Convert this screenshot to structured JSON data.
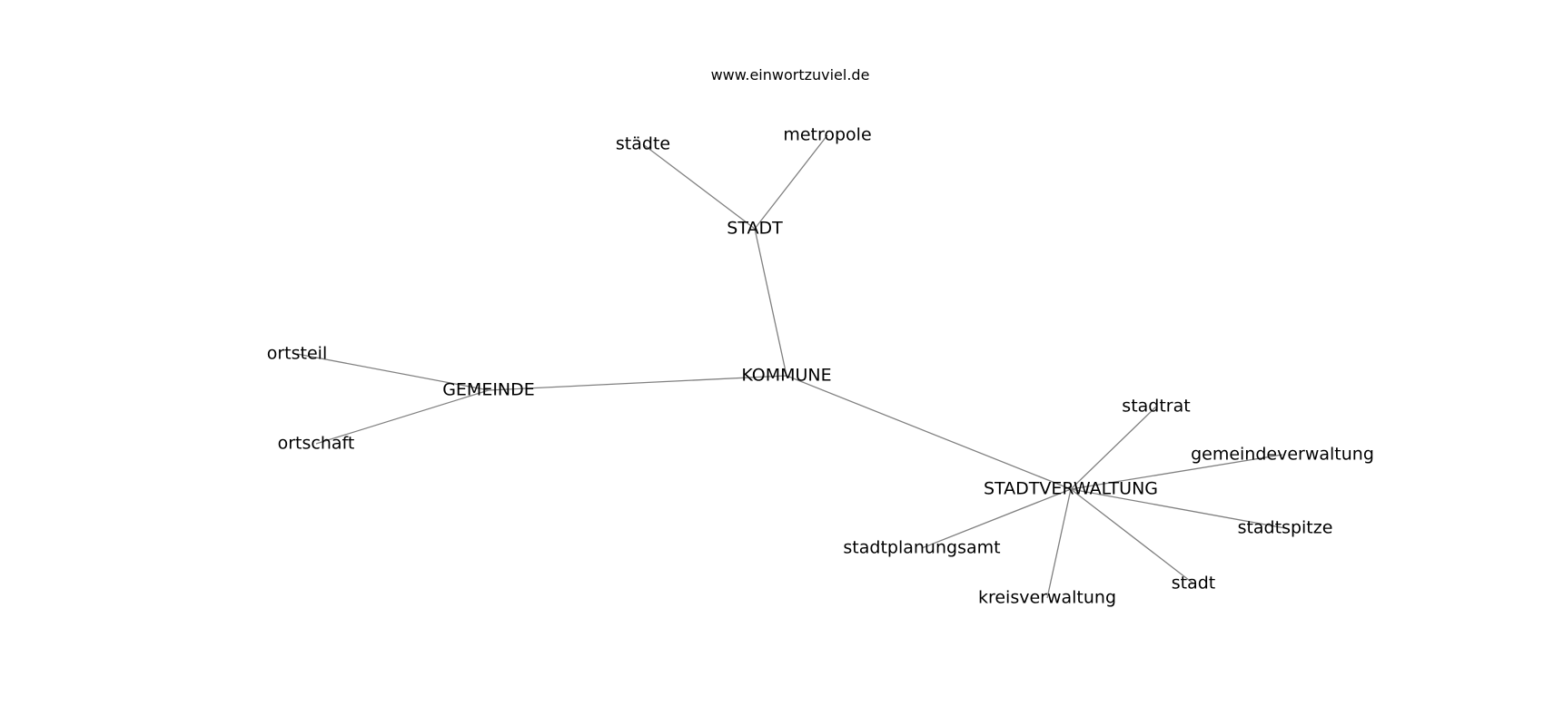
{
  "watermark": "www.einwortzuviel.de",
  "graph": {
    "nodes": [
      {
        "id": "KOMMUNE",
        "label": "KOMMUNE"
      },
      {
        "id": "STADT",
        "label": "STADT"
      },
      {
        "id": "GEMEINDE",
        "label": "GEMEINDE"
      },
      {
        "id": "STADTVERWALTUNG",
        "label": "STADTVERWALTUNG"
      },
      {
        "id": "staedte",
        "label": "städte"
      },
      {
        "id": "metropole",
        "label": "metropole"
      },
      {
        "id": "ortsteil",
        "label": "ortsteil"
      },
      {
        "id": "ortschaft",
        "label": "ortschaft"
      },
      {
        "id": "stadtrat",
        "label": "stadtrat"
      },
      {
        "id": "gemeindeverwaltung",
        "label": "gemeindeverwaltung"
      },
      {
        "id": "stadtspitze",
        "label": "stadtspitze"
      },
      {
        "id": "stadt",
        "label": "stadt"
      },
      {
        "id": "kreisverwaltung",
        "label": "kreisverwaltung"
      },
      {
        "id": "stadtplanungsamt",
        "label": "stadtplanungsamt"
      }
    ],
    "edges": [
      [
        "KOMMUNE",
        "STADT"
      ],
      [
        "KOMMUNE",
        "GEMEINDE"
      ],
      [
        "KOMMUNE",
        "STADTVERWALTUNG"
      ],
      [
        "STADT",
        "staedte"
      ],
      [
        "STADT",
        "metropole"
      ],
      [
        "GEMEINDE",
        "ortsteil"
      ],
      [
        "GEMEINDE",
        "ortschaft"
      ],
      [
        "STADTVERWALTUNG",
        "stadtrat"
      ],
      [
        "STADTVERWALTUNG",
        "gemeindeverwaltung"
      ],
      [
        "STADTVERWALTUNG",
        "stadtspitze"
      ],
      [
        "STADTVERWALTUNG",
        "stadt"
      ],
      [
        "STADTVERWALTUNG",
        "kreisverwaltung"
      ],
      [
        "STADTVERWALTUNG",
        "stadtplanungsamt"
      ]
    ]
  }
}
